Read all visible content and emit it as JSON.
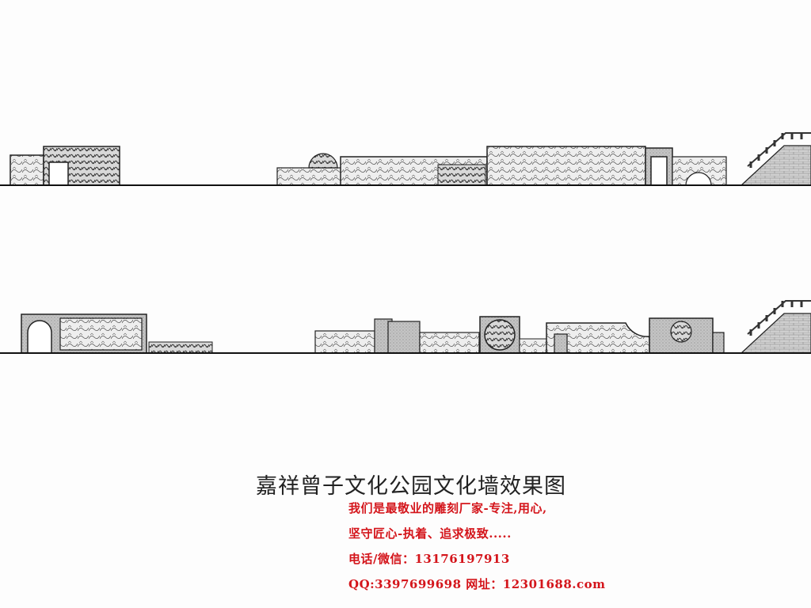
{
  "title": "嘉祥曾子文化公园文化墙效果图",
  "ad_lines": [
    "我们是最敬业的雕刻厂家-专注,用心,",
    "坚守匠心-执着、追求极致.....",
    "电话/微信：13176197913",
    "QQ:3397699698 网址：12301688.com"
  ],
  "colors": {
    "text": "#222222",
    "ad": "#d4151b",
    "ground": "#111111",
    "stone": "#b8b8b8",
    "relief": "#4a4a4a"
  }
}
